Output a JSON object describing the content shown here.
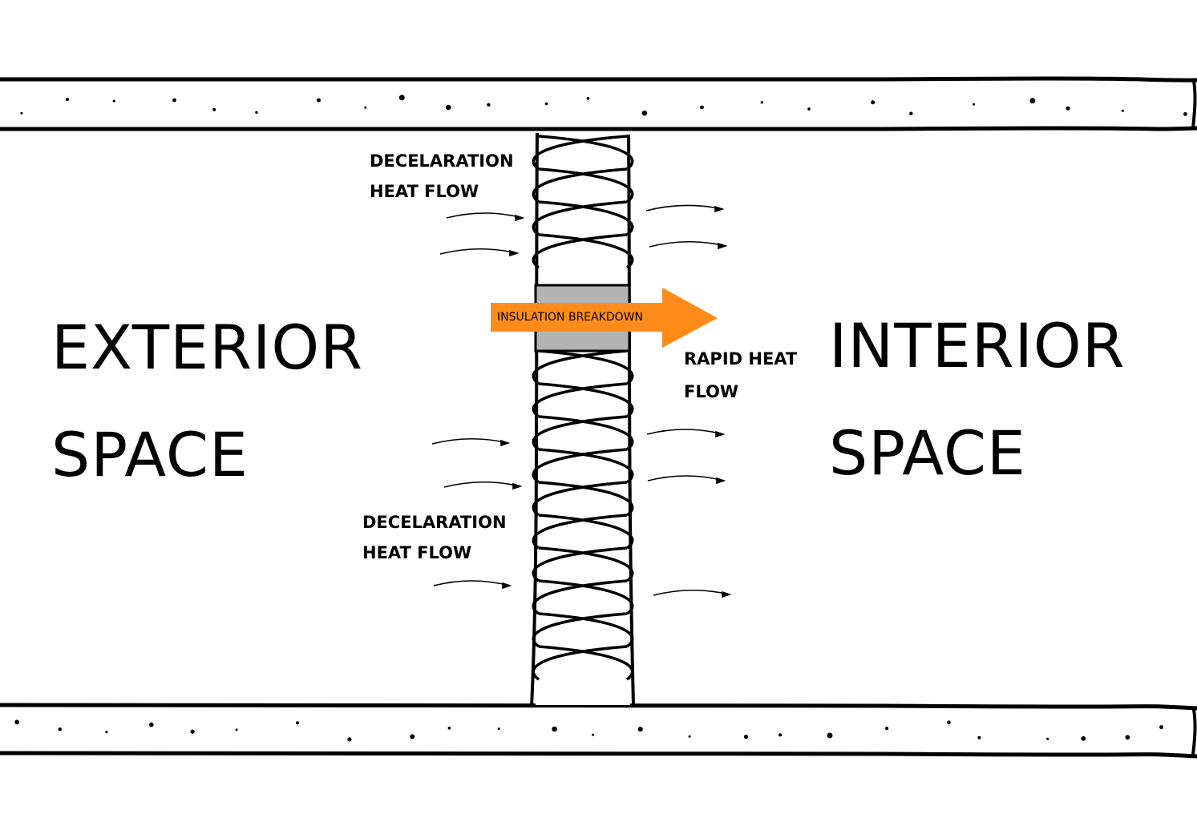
{
  "labels": {
    "exterior_line1": "EXTERIOR",
    "exterior_line2": "SPACE",
    "interior_line1": "INTERIOR",
    "interior_line2": "SPACE",
    "top_flow_line1": "DECELARATION",
    "top_flow_line2": "HEAT FLOW",
    "bottom_flow_line1": "DECELARATION",
    "bottom_flow_line2": "HEAT FLOW",
    "rapid_line1": "RAPID HEAT",
    "rapid_line2": "FLOW",
    "breakdown_arrow": "INSULATION BREAKDOWN"
  },
  "colors": {
    "breakdown_arrow": "#ff8c1a",
    "breakdown_patch": "#b3b3b3",
    "ink": "#000000"
  }
}
